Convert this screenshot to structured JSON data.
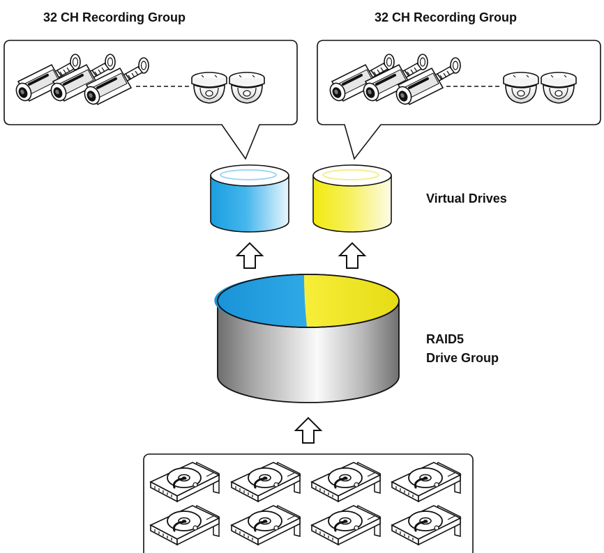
{
  "groups": [
    {
      "title": "32 CH Recording Group",
      "color": "#1a9ee0"
    },
    {
      "title": "32 CH Recording Group",
      "color": "#f2ea10"
    }
  ],
  "virtual_drives": {
    "label": "Virtual Drives",
    "colors": [
      "#1a9ee0",
      "#f2ea10"
    ]
  },
  "raid": {
    "label_line1": "RAID5",
    "label_line2": "Drive Group"
  },
  "icons": {
    "bullet_camera": "bullet-camera-icon",
    "dome_camera": "dome-camera-icon",
    "hard_drive": "hard-drive-icon",
    "arrow": "up-arrow-icon"
  },
  "hard_drive_count": 8
}
